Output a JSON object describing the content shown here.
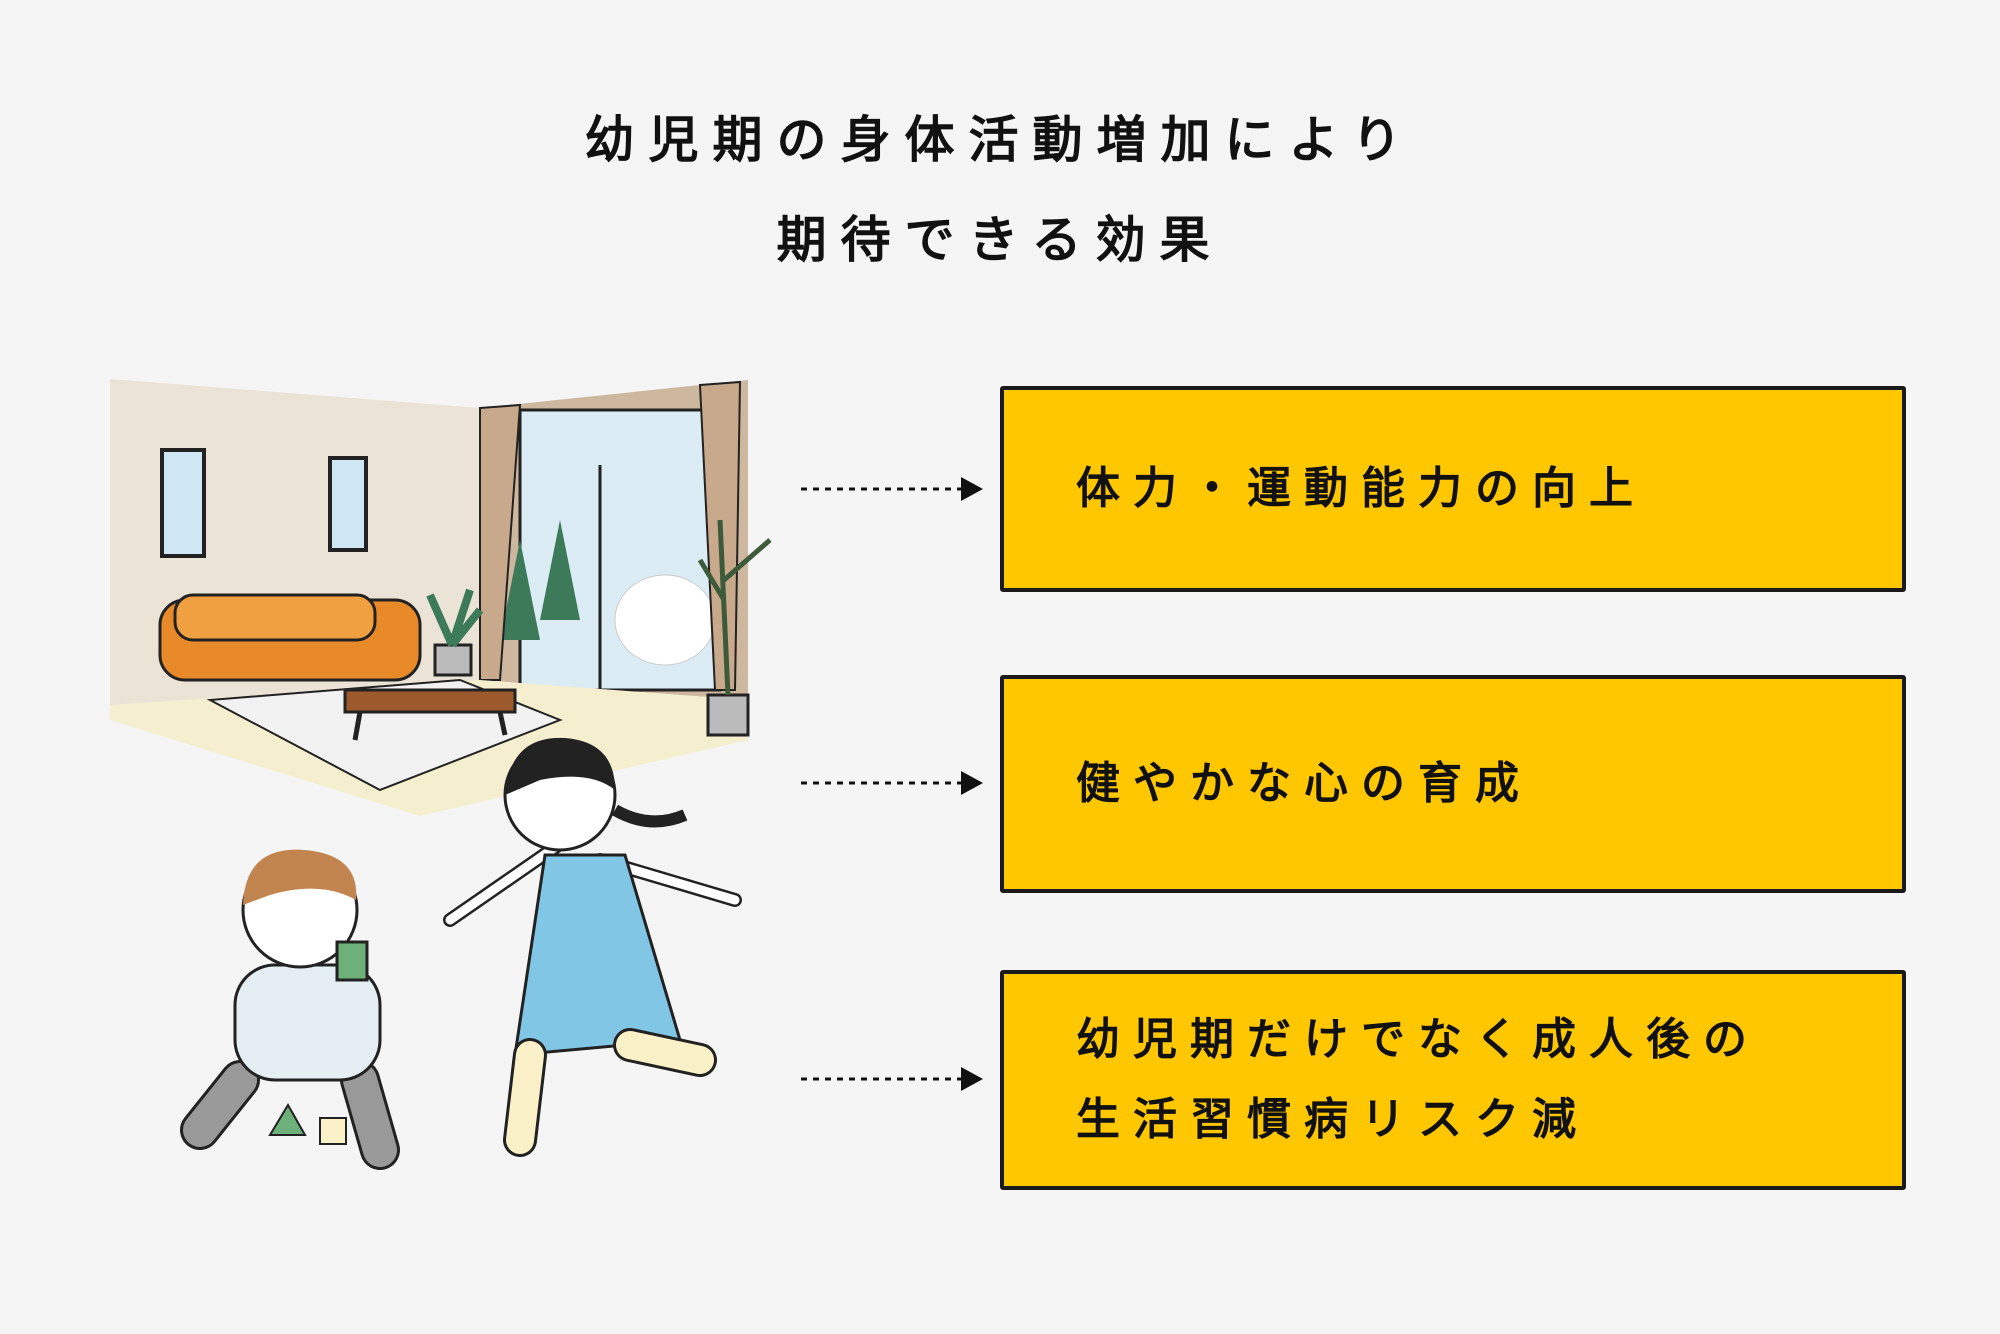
{
  "title": {
    "line1": "幼児期の身体活動増加により",
    "line2": "期待できる効果"
  },
  "effects": [
    {
      "lines": [
        "体力・運動能力の向上"
      ]
    },
    {
      "lines": [
        "健やかな心の育成"
      ]
    },
    {
      "lines": [
        "幼児期だけでなく成人後の",
        "生活習慣病リスク減"
      ]
    }
  ],
  "colors": {
    "background": "#f5f5f5",
    "box": "#ffc700",
    "border": "#1a1a1a"
  }
}
